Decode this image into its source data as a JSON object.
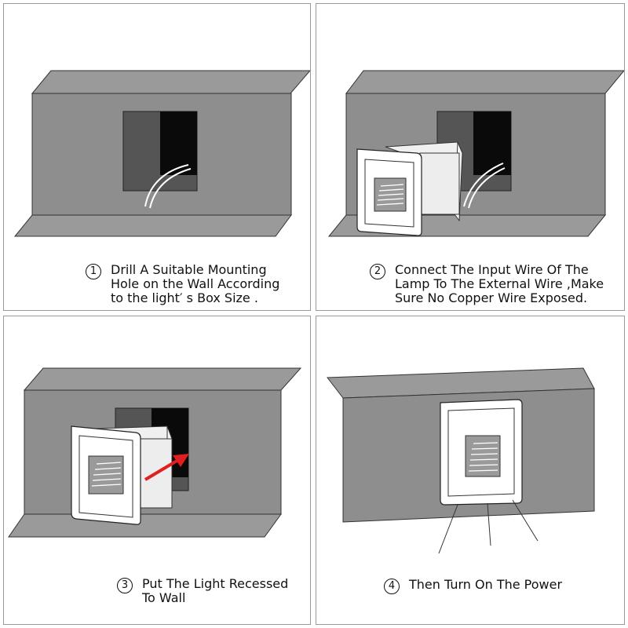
{
  "steps": [
    {
      "number": "1",
      "lines": [
        "Drill A Suitable Mounting",
        "Hole on the Wall According",
        "to the light′ s Box Size ."
      ]
    },
    {
      "number": "2",
      "lines": [
        "Connect The Input Wire Of The",
        "Lamp To The External Wire ,Make",
        "Sure No Copper Wire Exposed."
      ]
    },
    {
      "number": "3",
      "lines": [
        "Put The Light Recessed",
        "To Wall"
      ]
    },
    {
      "number": "4",
      "lines": [
        "Then Turn On The Power"
      ]
    }
  ],
  "colors": {
    "wall": "#8e8e8e",
    "hole_dark": "#0a0a0a",
    "hole_side": "#555555",
    "arrow": "#e02020",
    "panel_border": "#9a9a9a"
  }
}
